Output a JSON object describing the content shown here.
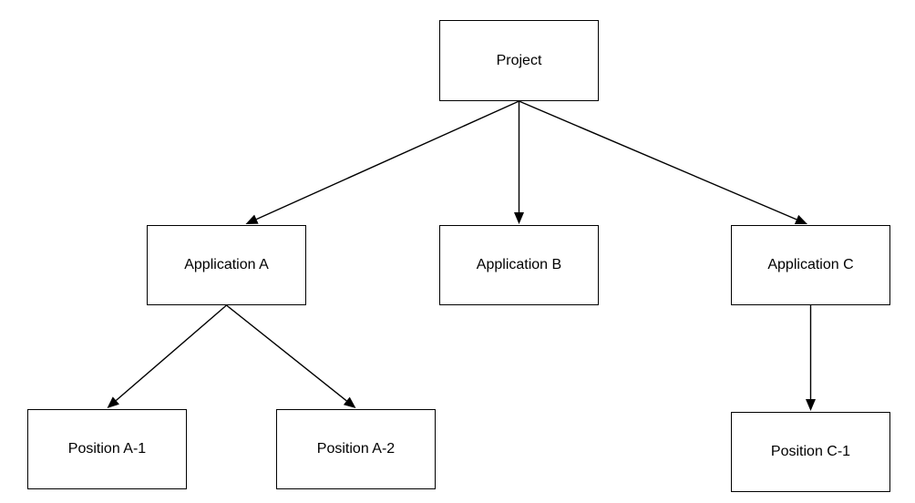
{
  "diagram": {
    "type": "tree",
    "line_color": "#000000",
    "node_border_color": "#000000",
    "background_color": "#ffffff",
    "nodes": {
      "project": {
        "label": "Project"
      },
      "app_a": {
        "label": "Application A"
      },
      "app_b": {
        "label": "Application B"
      },
      "app_c": {
        "label": "Application C"
      },
      "pos_a1": {
        "label": "Position A-1"
      },
      "pos_a2": {
        "label": "Position A-2"
      },
      "pos_c1": {
        "label": "Position C-1"
      }
    },
    "edges": [
      {
        "from": "project",
        "to": "app_a"
      },
      {
        "from": "project",
        "to": "app_b"
      },
      {
        "from": "project",
        "to": "app_c"
      },
      {
        "from": "app_a",
        "to": "pos_a1"
      },
      {
        "from": "app_a",
        "to": "pos_a2"
      },
      {
        "from": "app_c",
        "to": "pos_c1"
      }
    ]
  }
}
